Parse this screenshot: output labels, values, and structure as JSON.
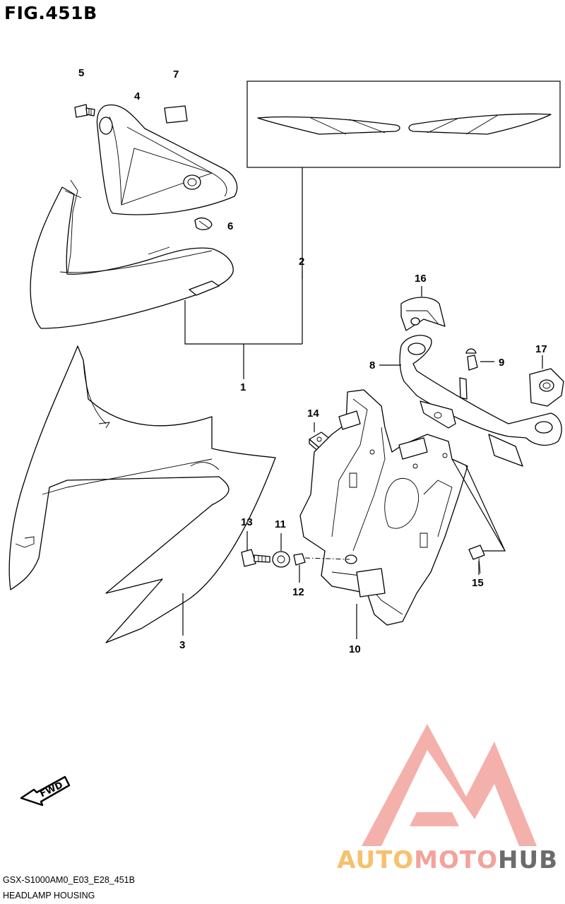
{
  "figure": {
    "title": "FIG.451B",
    "model_code": "GSX-S1000AM0_E03_E28_451B",
    "description": "HEADLAMP HOUSING",
    "fwd_label": "FWD"
  },
  "watermark": {
    "part1": "AUTO",
    "part2": "MOTO",
    "part3": "HUB",
    "colors": {
      "auto": "#f7c06c",
      "moto": "#f3a39c",
      "hub": "#6b6b6b"
    }
  },
  "callouts": [
    "1",
    "2",
    "3",
    "4",
    "5",
    "6",
    "7",
    "8",
    "9",
    "10",
    "11",
    "12",
    "13",
    "14",
    "15",
    "16",
    "17"
  ]
}
